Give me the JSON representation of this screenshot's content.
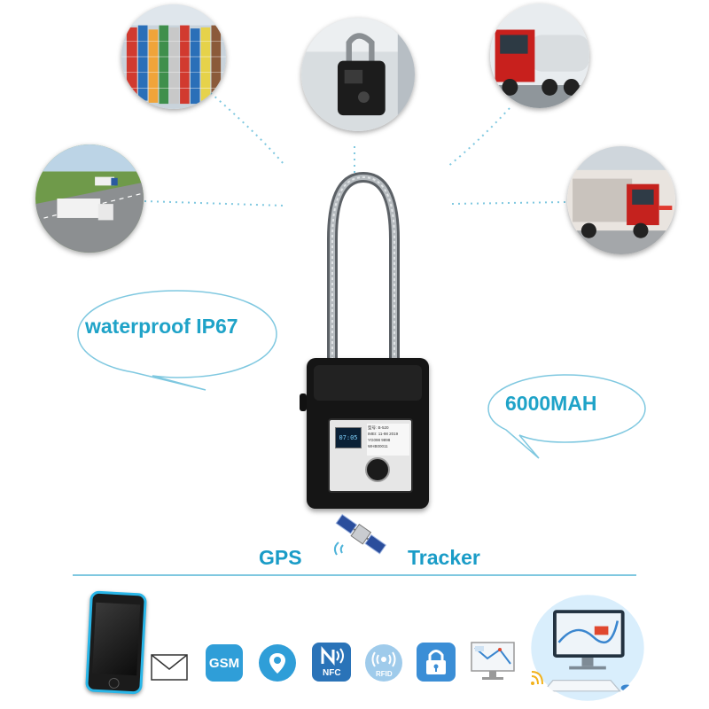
{
  "features": {
    "waterproof": "waterproof IP67",
    "battery": "6000MAH"
  },
  "product": {
    "label_left": "GPS",
    "label_right": "Tracker",
    "screen_time": "07:05",
    "sticker_lines": [
      "型号: B-520",
      "IMEI: 11-98 2019",
      "YG098 9898",
      "WHB00011"
    ]
  },
  "icons": {
    "gsm": "GSM",
    "nfc": "NFC",
    "rfid": "RFID"
  }
}
